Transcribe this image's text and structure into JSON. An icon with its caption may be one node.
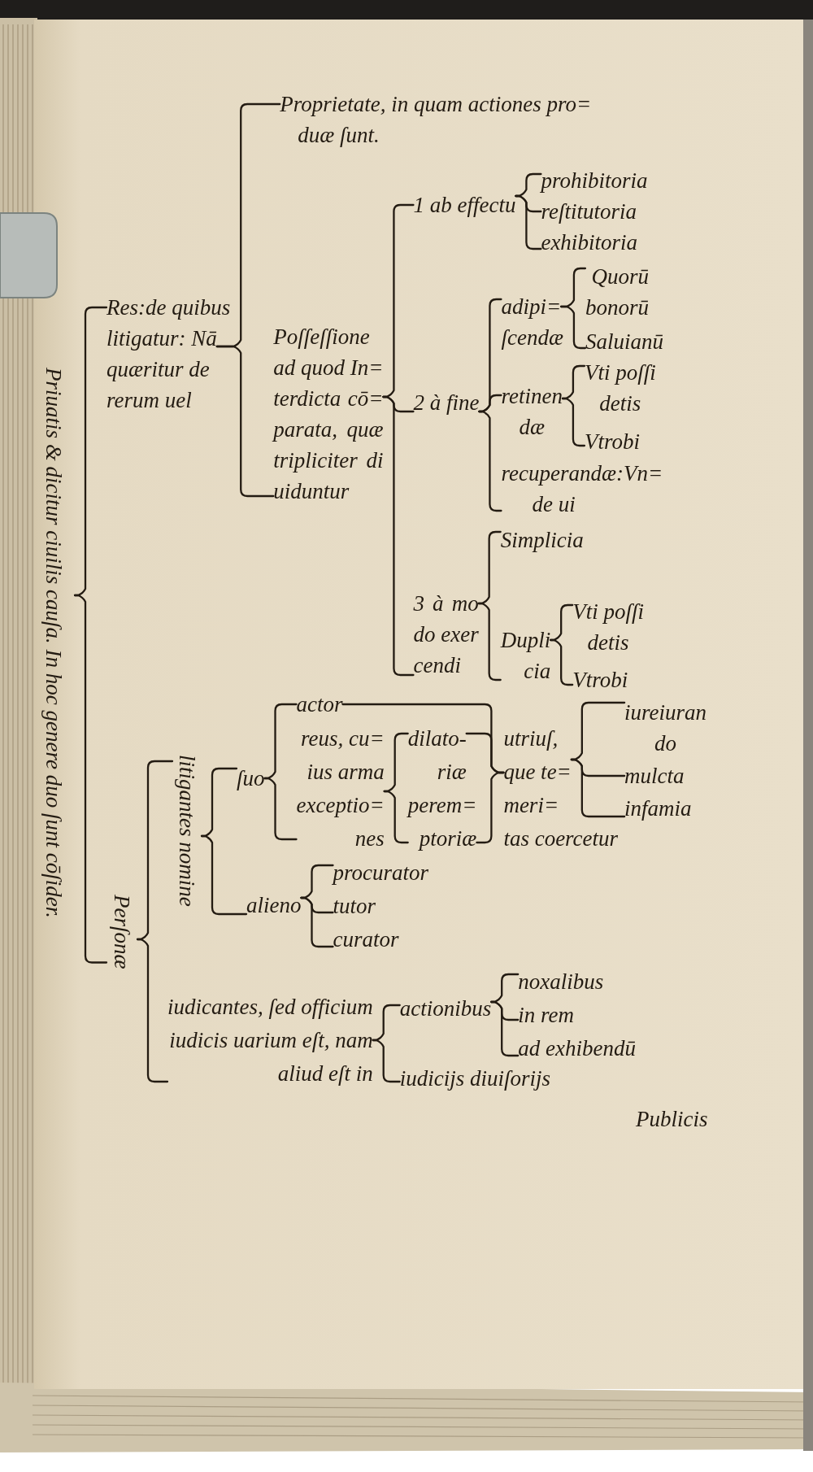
{
  "diagram": {
    "nodes": [
      {
        "text": [
          "Priuatis & dicitur ciuilis cauſa. In hoc genere duo ſunt cōſider."
        ]
      },
      {
        "text": [
          "Res:de quibus litigatur: Nā quæritur de rerum uel"
        ]
      },
      {
        "text": [
          "Proprietate, in quam actiones pro= duæ ſunt."
        ]
      },
      {
        "text": [
          "Poſſeſſione ad quod In= terdicta cō= parata, quæ tripliciter di uiduntur"
        ]
      },
      {
        "text": [
          "1 ab effectu"
        ]
      },
      {
        "text": [
          "prohibitoria"
        ]
      },
      {
        "text": [
          "reſtitutoria"
        ]
      },
      {
        "text": [
          "exhibitoria"
        ]
      },
      {
        "text": [
          "2 à fine"
        ]
      },
      {
        "text": [
          "adipi= ſcendæ"
        ]
      },
      {
        "text": [
          "Quorū bonorū"
        ]
      },
      {
        "text": [
          "Saluianū"
        ]
      },
      {
        "text": [
          "retinen dæ"
        ]
      },
      {
        "text": [
          "Vti poſſi detis"
        ]
      },
      {
        "text": [
          "Vtrobi"
        ]
      },
      {
        "text": [
          "recuperandæ:Vn= de ui"
        ]
      },
      {
        "text": [
          "3 à mo do exer cendi"
        ]
      },
      {
        "text": [
          "Simplicia"
        ]
      },
      {
        "text": [
          "Dupli cia"
        ]
      },
      {
        "text": [
          "Vti poſſi detis"
        ]
      },
      {
        "text": [
          "Vtrobi"
        ]
      },
      {
        "text": [
          "Perſonæ"
        ]
      },
      {
        "text": [
          "litigantes nomine"
        ]
      },
      {
        "text": [
          "ſuo"
        ]
      },
      {
        "text": [
          "actor"
        ]
      },
      {
        "text": [
          "reus, cu= ius arma exceptio= nes"
        ]
      },
      {
        "text": [
          "dilato- riæ"
        ]
      },
      {
        "text": [
          "perem= ptoriæ"
        ]
      },
      {
        "text": [
          "utriuſ, que te= meri= tas coercetur"
        ]
      },
      {
        "text": [
          "iureiuran do"
        ]
      },
      {
        "text": [
          "mulcta"
        ]
      },
      {
        "text": [
          "infamia"
        ]
      },
      {
        "text": [
          "alieno"
        ]
      },
      {
        "text": [
          "procurator"
        ]
      },
      {
        "text": [
          "tutor"
        ]
      },
      {
        "text": [
          "curator"
        ]
      },
      {
        "text": [
          "iudicantes, ſed officium iudicis uarium eſt, nam aliud eſt in"
        ]
      },
      {
        "text": [
          "actionibus"
        ]
      },
      {
        "text": [
          "noxalibus"
        ]
      },
      {
        "text": [
          "in rem"
        ]
      },
      {
        "text": [
          "ad exhibendū"
        ]
      },
      {
        "text": [
          "iudicijs diuiſorijs"
        ]
      }
    ],
    "edges": [
      {
        "from": 0,
        "to": 1,
        "arrow": "none"
      },
      {
        "from": 0,
        "to": 21,
        "arrow": "none"
      },
      {
        "from": 1,
        "to": 2,
        "arrow": "none"
      },
      {
        "from": 1,
        "to": 3,
        "arrow": "none"
      },
      {
        "from": 3,
        "to": 4,
        "arrow": "none"
      },
      {
        "from": 3,
        "to": 8,
        "arrow": "none"
      },
      {
        "from": 3,
        "to": 16,
        "arrow": "none"
      },
      {
        "from": 4,
        "to": 5,
        "arrow": "none"
      },
      {
        "from": 4,
        "to": 6,
        "arrow": "none"
      },
      {
        "from": 4,
        "to": 7,
        "arrow": "none"
      },
      {
        "from": 8,
        "to": 9,
        "arrow": "none"
      },
      {
        "from": 8,
        "to": 12,
        "arrow": "none"
      },
      {
        "from": 8,
        "to": 15,
        "arrow": "none"
      },
      {
        "from": 9,
        "to": 10,
        "arrow": "none"
      },
      {
        "from": 9,
        "to": 11,
        "arrow": "none"
      },
      {
        "from": 12,
        "to": 13,
        "arrow": "none"
      },
      {
        "from": 12,
        "to": 14,
        "arrow": "none"
      },
      {
        "from": 16,
        "to": 17,
        "arrow": "none"
      },
      {
        "from": 16,
        "to": 18,
        "arrow": "none"
      },
      {
        "from": 18,
        "to": 19,
        "arrow": "none"
      },
      {
        "from": 18,
        "to": 20,
        "arrow": "none"
      },
      {
        "from": 21,
        "to": 22,
        "arrow": "none"
      },
      {
        "from": 21,
        "to": 36,
        "arrow": "none"
      },
      {
        "from": 22,
        "to": 23,
        "arrow": "none"
      },
      {
        "from": 22,
        "to": 32,
        "arrow": "none"
      },
      {
        "from": 23,
        "to": 24,
        "arrow": "none"
      },
      {
        "from": 23,
        "to": 25,
        "arrow": "none"
      },
      {
        "from": 25,
        "to": 26,
        "arrow": "none"
      },
      {
        "from": 25,
        "to": 27,
        "arrow": "none"
      },
      {
        "from": 24,
        "to": 28,
        "arrow": "none"
      },
      {
        "from": 26,
        "to": 28,
        "arrow": "none"
      },
      {
        "from": 27,
        "to": 28,
        "arrow": "none"
      },
      {
        "from": 28,
        "to": 29,
        "arrow": "none"
      },
      {
        "from": 28,
        "to": 30,
        "arrow": "none"
      },
      {
        "from": 28,
        "to": 31,
        "arrow": "none"
      },
      {
        "from": 32,
        "to": 33,
        "arrow": "none"
      },
      {
        "from": 32,
        "to": 34,
        "arrow": "none"
      },
      {
        "from": 32,
        "to": 35,
        "arrow": "none"
      },
      {
        "from": 36,
        "to": 37,
        "arrow": "none"
      },
      {
        "from": 36,
        "to": 41,
        "arrow": "none"
      },
      {
        "from": 37,
        "to": 38,
        "arrow": "none"
      },
      {
        "from": 37,
        "to": 39,
        "arrow": "none"
      },
      {
        "from": 37,
        "to": 40,
        "arrow": "none"
      }
    ],
    "labels": [
      "Publicis"
    ]
  }
}
